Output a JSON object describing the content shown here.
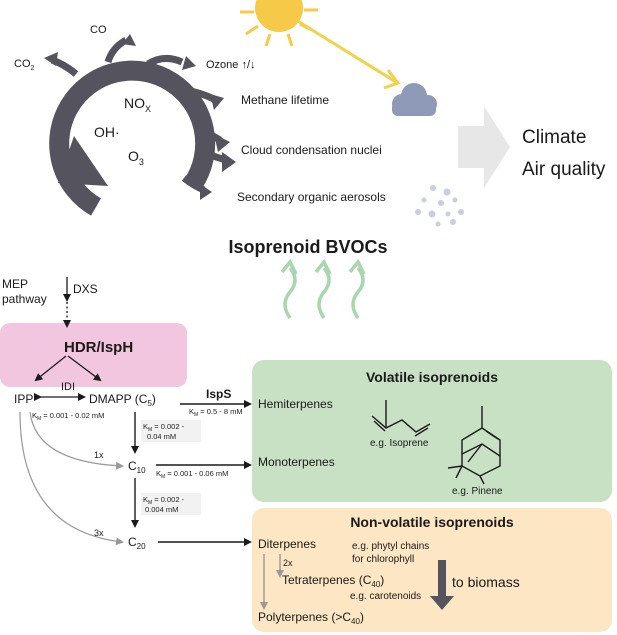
{
  "atmosphere": {
    "co": "CO",
    "co2": "CO",
    "co2_sub": "2",
    "ozone": "Ozone ↑/↓",
    "nox": "NO",
    "nox_sub": "X",
    "oh": "OH·",
    "o3": "O",
    "o3_sub": "3",
    "methane": "Methane lifetime",
    "cloud": "Cloud condensation nuclei",
    "soa": "Secondary organic aerosols"
  },
  "climate": {
    "line1": "Climate",
    "line2": "Air quality"
  },
  "bvoc_title": "Isoprenoid BVOCs",
  "pathway": {
    "mep_line1": "MEP",
    "mep_line2": "pathway",
    "dxs": "DXS",
    "hdr": "HDR/IspH",
    "idi": "IDI",
    "ipp": "IPP",
    "dmapp": "DMAPP (C",
    "dmapp_sub": "5",
    "dmapp_end": ")",
    "km_ipp": "K",
    "km_ipp_sub": "M",
    "km_ipp_val": " = 0.001 - 0.02 mM",
    "ispS": "IspS",
    "km_isps_val": " = 0.5 - 8 mM",
    "km_c10_a": " = 0.002 -",
    "km_c10_b": "0.04 mM",
    "km_mono_val": " = 0.001 - 0.06 mM",
    "km_c20_a": " = 0.002 -",
    "km_c20_b": "0.004 mM",
    "c10": "C",
    "c10_sub": "10",
    "c20": "C",
    "c20_sub": "20",
    "x1": "1x",
    "x3": "3x",
    "x2": "2x"
  },
  "volatile": {
    "title": "Volatile isoprenoids",
    "hemi": "Hemiterpenes",
    "mono": "Monoterpenes",
    "isoprene": "e.g. Isoprene",
    "pinene": "e.g. Pinene"
  },
  "nonvolatile": {
    "title": "Non-volatile isoprenoids",
    "di": "Diterpenes",
    "phytyl_1": "e.g. phytyl chains",
    "phytyl_2": "for chlorophyll",
    "tetra": "Tetraterpenes (C",
    "tetra_sub": "40",
    "tetra_end": ")",
    "carot": "e.g. carotenoids",
    "poly": "Polyterpenes (>C",
    "poly_sub": "40",
    "poly_end": ")",
    "biomass": "to biomass"
  },
  "colors": {
    "dark_gray": "#55545e",
    "sun": "#f7c948",
    "pink": "#f3c6e0",
    "green": "#c8e1c4",
    "peach": "#fde6c3",
    "wavy": "#a9d6ad"
  }
}
